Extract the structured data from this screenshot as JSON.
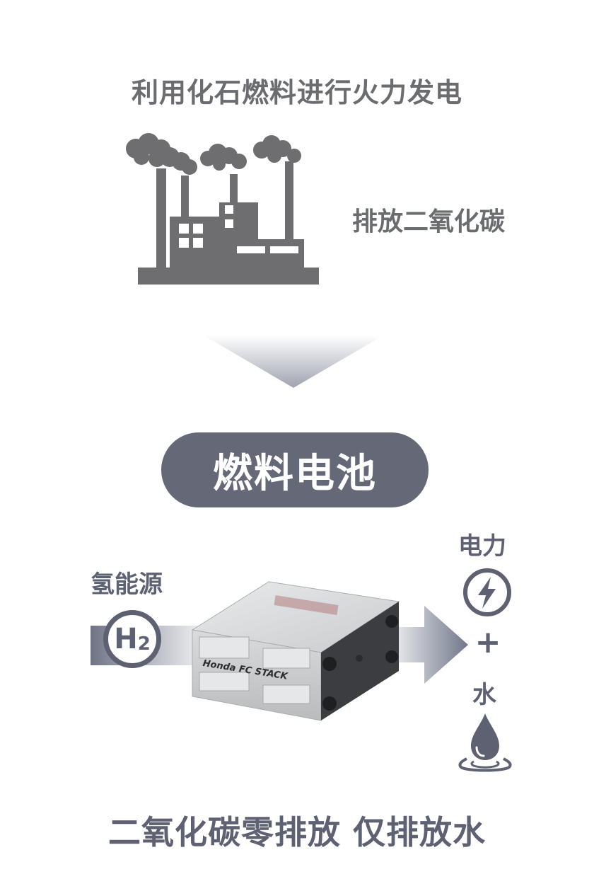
{
  "top_title": "利用化石燃料进行火力发电",
  "co2_label": "排放二氧化碳",
  "fuel_cell_label": "燃料电池",
  "hydrogen_source_label": "氢能源",
  "h2_symbol": "H",
  "h2_subscript": "2",
  "power_label": "电力",
  "plus_sign": "+",
  "water_label": "水",
  "stack_brand": "Honda FC STACK",
  "bottom_caption": "二氧化碳零排放 仅排放水",
  "colors": {
    "factory_gray": "#6e6e70",
    "accent_slate": "#5d6172",
    "pill_bg": "#646877"
  },
  "icons": {
    "factory": "factory-icon",
    "down_arrow": "down-arrow-icon",
    "h2_circle": "h2-icon",
    "lightning": "lightning-icon",
    "water_drop": "water-drop-icon"
  }
}
